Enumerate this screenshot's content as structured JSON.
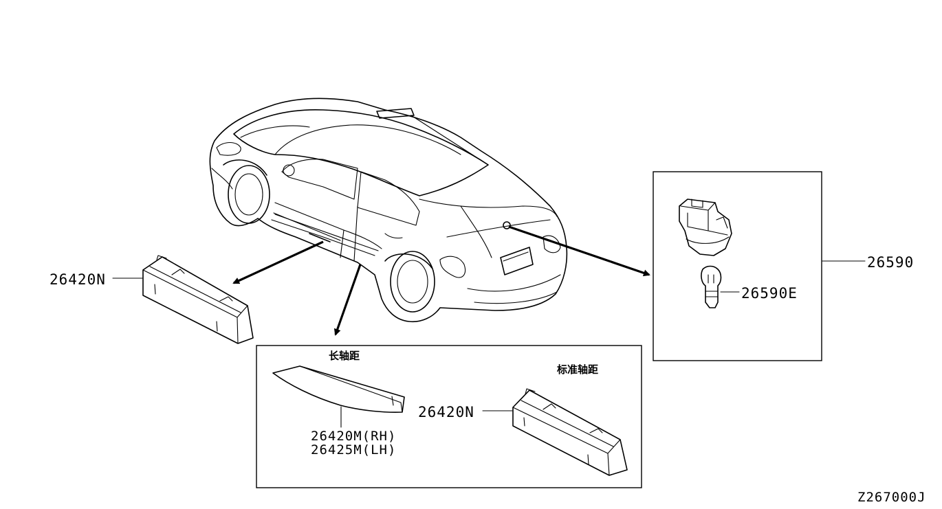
{
  "diagram": {
    "callouts": {
      "lamp_left": "26420N",
      "lamp_assembly": "26590",
      "bulb": "26590E",
      "lamp_standard": "26420N",
      "lamp_long_rh": "26420M(RH)",
      "lamp_long_lh": "26425M(LH)"
    },
    "labels": {
      "long_wheelbase": "长轴距",
      "standard_wheelbase": "标准轴距"
    },
    "diagram_code": "Z267000J"
  }
}
